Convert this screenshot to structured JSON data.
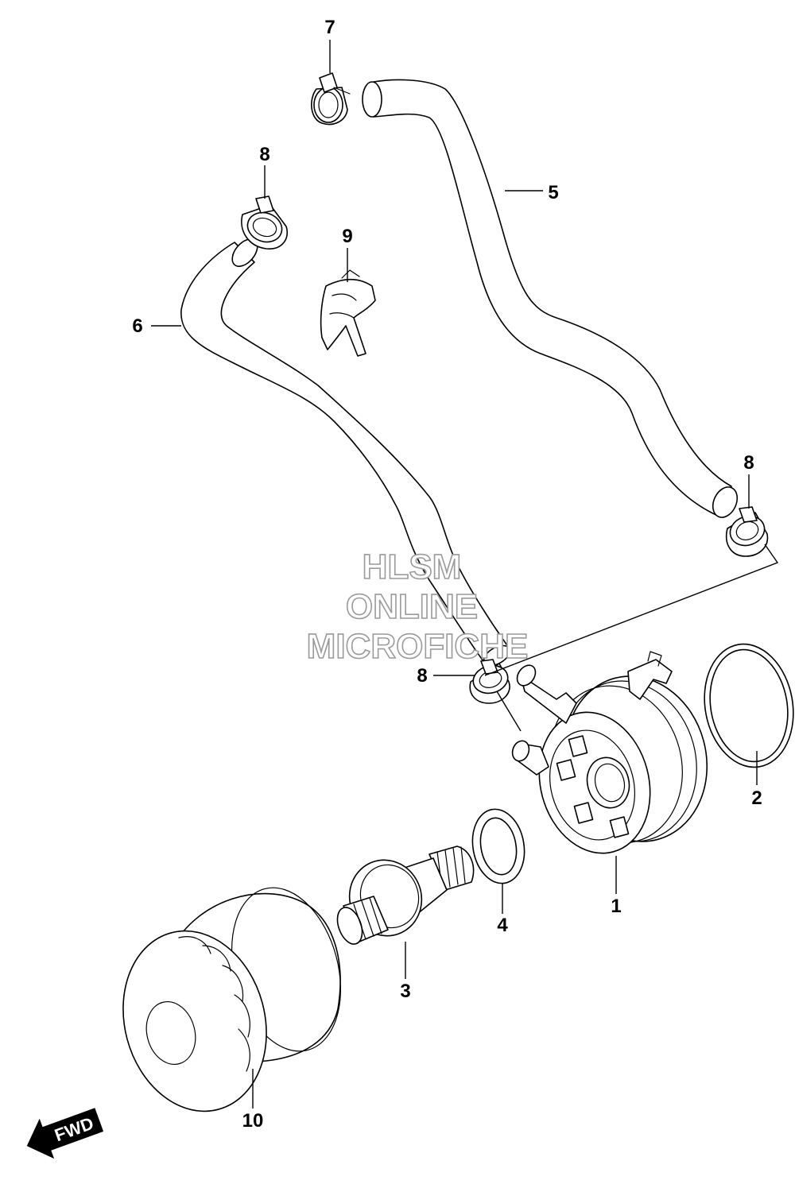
{
  "callouts": {
    "c1": "1",
    "c2": "2",
    "c3": "3",
    "c4": "4",
    "c5": "5",
    "c6": "6",
    "c7": "7",
    "c8a": "8",
    "c8b": "8",
    "c8c": "8",
    "c9": "9",
    "c10": "10"
  },
  "watermark": {
    "line1": "HLSM",
    "line2": "ONLINE",
    "line3": "MICROFICHE"
  },
  "fwd_indicator": {
    "label": "FWD"
  }
}
